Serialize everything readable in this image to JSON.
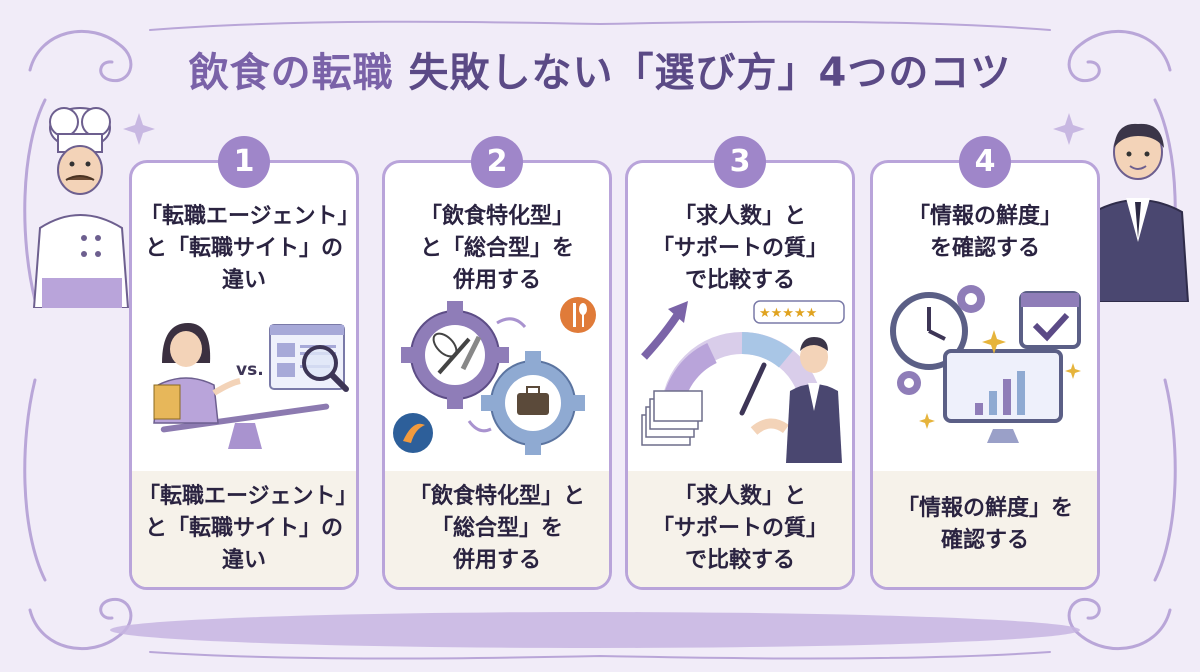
{
  "title": {
    "part1": "飲食の転職",
    "part2": "失敗しない「選び方」4つのコツ"
  },
  "cards": [
    {
      "number": "1",
      "top_lines": [
        "「転職エージェント」",
        "と「転職サイト」の",
        "違い"
      ],
      "bottom_lines": [
        "「転職エージェント」",
        "と「転職サイト」の",
        "違い"
      ],
      "illustration_text": "vs.",
      "icons": [
        "woman-with-clipboard-icon",
        "seesaw-icon",
        "browser-window-icon",
        "magnifier-icon"
      ]
    },
    {
      "number": "2",
      "top_lines": [
        "「飲食特化型」",
        "と「総合型」を",
        "併用する"
      ],
      "bottom_lines": [
        "「飲食特化型」と",
        "「総合型」を",
        "併用する"
      ],
      "icons": [
        "gear-whisk-knife-icon",
        "gear-briefcase-icon",
        "fork-spoon-icon",
        "swoosh-logo-icon"
      ]
    },
    {
      "number": "3",
      "top_lines": [
        "「求人数」と",
        "「サポートの質」",
        "で比較する"
      ],
      "bottom_lines": [
        "「求人数」と",
        "「サポートの質」",
        "で比較する"
      ],
      "illustration_text": "★★★★★",
      "icons": [
        "arrow-up-icon",
        "gauge-icon",
        "paper-stack-icon",
        "handshake-icon",
        "businessman-icon"
      ]
    },
    {
      "number": "4",
      "top_lines": [
        "「情報の鮮度」",
        "を確認する"
      ],
      "bottom_lines": [
        "「情報の鮮度」を",
        "確認する"
      ],
      "icons": [
        "clock-icon",
        "gear-icon",
        "calendar-check-icon",
        "monitor-chart-icon",
        "sparkle-icon"
      ]
    }
  ],
  "colors": {
    "background": "#f1ecf8",
    "accent": "#9f86c9",
    "border": "#b9a4da",
    "title": "#5b4a86",
    "text": "#2a2340"
  }
}
